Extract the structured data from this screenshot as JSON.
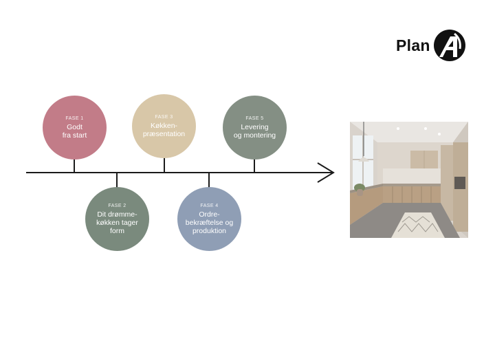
{
  "brand": {
    "logo_text": "Plan",
    "logo_mark_icon": "plan-a-logo-icon"
  },
  "colors": {
    "phase1": "#c27c88",
    "phase2": "#7a8a7d",
    "phase3": "#d8c7a8",
    "phase4": "#8f9eb5",
    "phase5": "#848f84",
    "line": "#1a1a1a"
  },
  "phases": [
    {
      "kicker": "FASE 1",
      "title": "Godt\nfra start"
    },
    {
      "kicker": "FASE 2",
      "title": "Dit drømme-\nkøkken tager\nform"
    },
    {
      "kicker": "FASE 3",
      "title": "Køkken-\npræsentation"
    },
    {
      "kicker": "FASE 4",
      "title": "Ordre-\nbekræftelse og\nproduktion"
    },
    {
      "kicker": "FASE 5",
      "title": "Levering\nog montering"
    }
  ],
  "image": {
    "subject": "kitchen-photo"
  }
}
